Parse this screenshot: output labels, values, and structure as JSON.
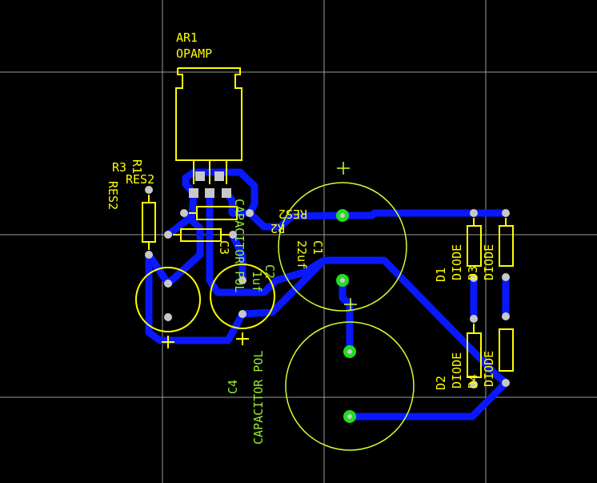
{
  "board": {
    "background": "#000000",
    "trace_color": "#0a18ff",
    "silk_color": "#ffff00",
    "cap_silk_color": "#ccff33",
    "components": {
      "ar1": {
        "designator": "AR1",
        "comment": "OPAMP"
      },
      "r3": {
        "designator": "R3",
        "comment": "RES2"
      },
      "r1": {
        "designator": "R1",
        "comment": "RES2"
      },
      "r2": {
        "designator": "R2",
        "comment": "RES2"
      },
      "c3": {
        "designator": "C3"
      },
      "c2": {
        "designator": "C2",
        "value": "1uf",
        "comment": "CAPACITOR POL"
      },
      "c1": {
        "designator": "C1",
        "value": "22uf"
      },
      "c4": {
        "designator": "C4",
        "comment": "CAPACITOR POL"
      },
      "d1": {
        "designator": "D1",
        "comment": "DIODE"
      },
      "d3": {
        "designator": "D3",
        "comment": "DIODE"
      },
      "d2": {
        "designator": "D2",
        "comment": "DIODE"
      },
      "d4": {
        "designator": "D4",
        "comment": "DIODE"
      }
    }
  }
}
